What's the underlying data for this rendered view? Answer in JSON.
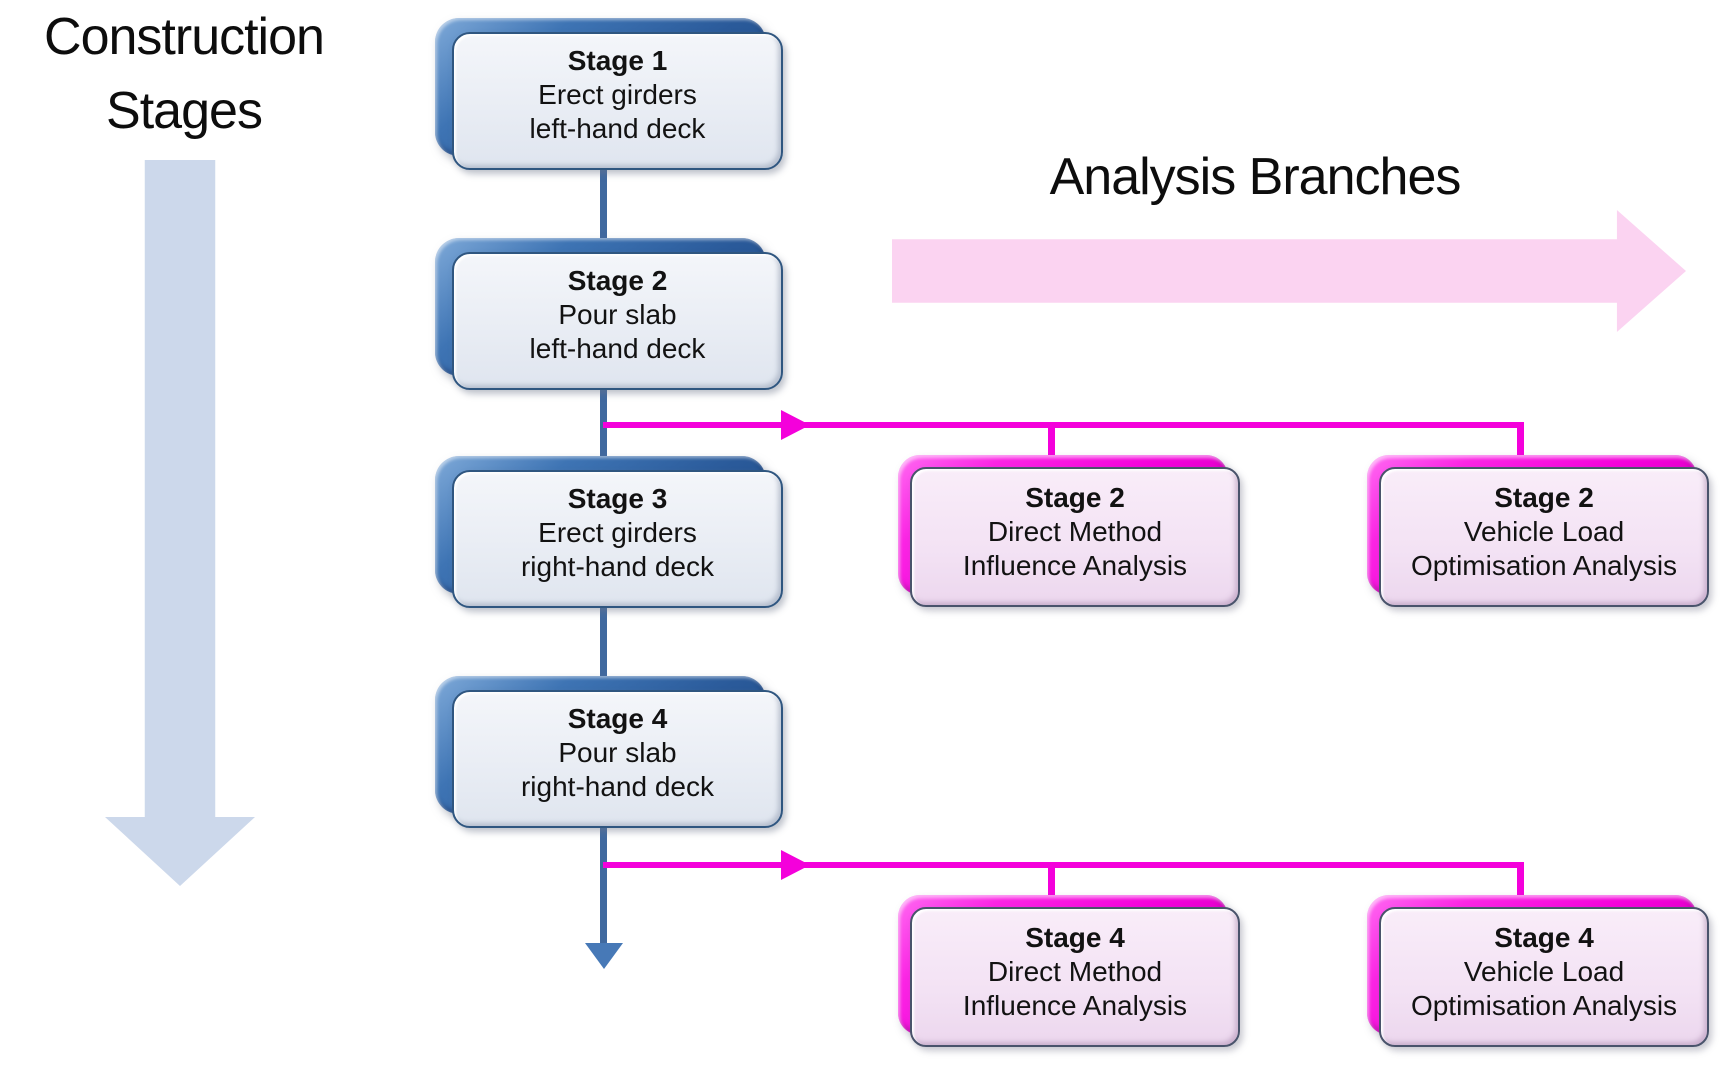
{
  "titles": {
    "construction_line1": "Construction",
    "construction_line2": "Stages",
    "analysis": "Analysis Branches"
  },
  "construction_stages": [
    {
      "heading": "Stage 1",
      "lines": [
        "Erect girders",
        "left-hand deck"
      ]
    },
    {
      "heading": "Stage 2",
      "lines": [
        "Pour slab",
        "left-hand deck"
      ]
    },
    {
      "heading": "Stage 3",
      "lines": [
        "Erect girders",
        "right-hand deck"
      ]
    },
    {
      "heading": "Stage 4",
      "lines": [
        "Pour slab",
        "right-hand deck"
      ]
    }
  ],
  "analysis_boxes": [
    {
      "branch_from": "Stage 2",
      "heading": "Stage 2",
      "lines": [
        "Direct Method",
        "Influence Analysis"
      ]
    },
    {
      "branch_from": "Stage 2",
      "heading": "Stage 2",
      "lines": [
        "Vehicle Load",
        "Optimisation Analysis"
      ]
    },
    {
      "branch_from": "Stage 4",
      "heading": "Stage 4",
      "lines": [
        "Direct Method",
        "Influence Analysis"
      ]
    },
    {
      "branch_from": "Stage 4",
      "heading": "Stage 4",
      "lines": [
        "Vehicle Load",
        "Optimisation Analysis"
      ]
    }
  ],
  "colors": {
    "magenta_connector": "#F400DB",
    "pink_arrow_fill": "#FBD3F1",
    "pink_box_fill": "#F3E2F4",
    "blue_frame": "#2A5A9A",
    "blue_box_fill": "#E9EDF4",
    "light_blue_arrow": "#CCD8EB",
    "blue_connector": "#40699F",
    "text": "#121212"
  }
}
